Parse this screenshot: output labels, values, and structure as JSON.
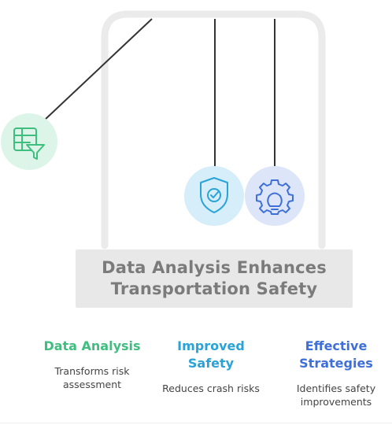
{
  "title": "Data Analysis Enhances Transportation Safety",
  "items": [
    {
      "label": "Data Analysis",
      "description": "Transforms risk assessment",
      "color": "#3fbf7f",
      "icon": "table-filter-icon"
    },
    {
      "label": "Improved Safety",
      "description": "Reduces crash risks",
      "color": "#29a3d8",
      "icon": "shield-check-icon"
    },
    {
      "label": "Effective Strategies",
      "description": "Identifies safety improvements",
      "color": "#3f6fd8",
      "icon": "gear-bulb-icon"
    }
  ],
  "colors": {
    "frame": "#ebebeb",
    "base": "#e8e8e8",
    "base_text": "#7b7b7b",
    "string": "#333333",
    "ball_green": "#dcf5e8",
    "ball_blue": "#d6eefa",
    "ball_indigo": "#dde6f8"
  }
}
